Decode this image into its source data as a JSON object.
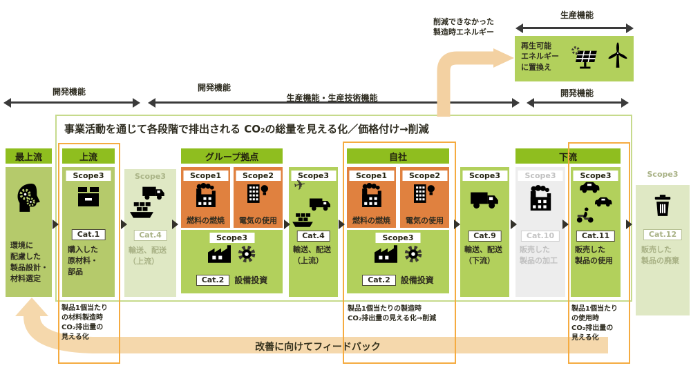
{
  "top": {
    "note": "削減できなかった\n製造時エネルギー",
    "production_arrow_label": "生産機能",
    "renewable_label": "再生可能\nエネルギー\nに置換え"
  },
  "function_arrows": {
    "left_label": "開発機能",
    "mid_label_dev": "開発機能",
    "mid_label_prod": "生産機能・生産技術機能",
    "right_label": "開発機能"
  },
  "main_box": {
    "title": "事業活動を通じて各段階で排出される CO₂の総量を見える化／価格付け→削減"
  },
  "stages": {
    "most_upstream": {
      "header": "最上流",
      "body": "環境に\n配慮した\n製品設計・\n材料選定"
    },
    "upstream": {
      "header": "上流",
      "scope": "Scope3",
      "cat": "Cat.1",
      "body": "購入した\n原材料・\n部品",
      "note": "製品1個当たり\nの材料製造時\nCO₂排出量の\n見える化"
    },
    "transport_upstream_faded": {
      "scope": "Scope3",
      "cat": "Cat.4",
      "body": "輸送、配送\n（上流）"
    },
    "group_sites": {
      "header": "グループ拠点",
      "scope1": "Scope1",
      "scope1_label": "燃料の燃焼",
      "scope2": "Scope2",
      "scope2_label": "電気の使用",
      "scope3": "Scope3",
      "cat": "Cat.2",
      "cat_label": "設備投資"
    },
    "transport_upstream": {
      "scope": "Scope3",
      "cat": "Cat.4",
      "body": "輸送、配送\n（上流）"
    },
    "own_company": {
      "header": "自社",
      "scope1": "Scope1",
      "scope1_label": "燃料の燃焼",
      "scope2": "Scope2",
      "scope2_label": "電気の使用",
      "scope3": "Scope3",
      "cat": "Cat.2",
      "cat_label": "設備投資",
      "note": "製品1個当たりの製造時\nCO₂排出量の見える化→削減"
    },
    "transport_downstream": {
      "scope": "Scope3",
      "cat": "Cat.9",
      "body": "輸送、配送\n（下流）"
    },
    "downstream": {
      "header": "下流"
    },
    "processing_sold": {
      "scope": "Scope3",
      "cat": "Cat.10",
      "body": "販売した\n製品の加工"
    },
    "use_sold": {
      "scope": "Scope3",
      "cat": "Cat.11",
      "body": "販売した\n製品の使用",
      "note": "製品1個当たり\nの使用時\nCO₂排出量の\n見える化"
    },
    "disposal_sold": {
      "scope": "Scope3",
      "cat": "Cat.12",
      "body": "販売した\n製品の廃棄"
    }
  },
  "feedback": {
    "label": "改善に向けてフィードバック"
  },
  "icons": {
    "plane": "✈"
  },
  "colors": {
    "header_green": "#8fbe1f",
    "body_green": "#b5ca6b",
    "bright_green": "#b2d05c",
    "faded_green": "#dfe8c4",
    "gray": "#ededed",
    "orange": "#e0813f",
    "orange_border": "#f5ab40",
    "wheat": "#f5d8ac",
    "ink": "#3b3930"
  }
}
